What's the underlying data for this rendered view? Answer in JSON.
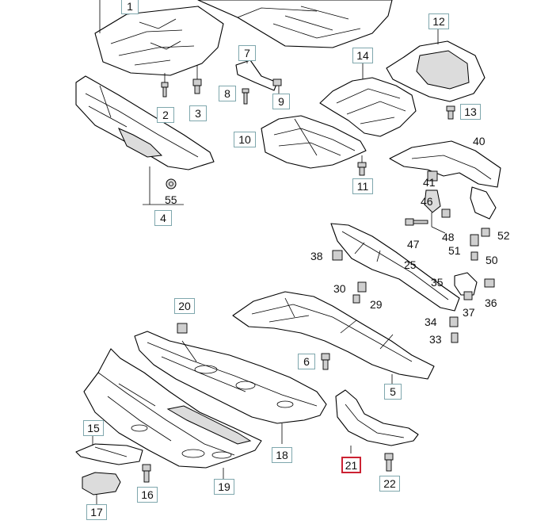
{
  "callouts": {
    "c1": "1",
    "c2": "2",
    "c3": "3",
    "c4": "4",
    "c5": "5",
    "c6": "6",
    "c7": "7",
    "c8": "8",
    "c9": "9",
    "c10": "10",
    "c11": "11",
    "c12": "12",
    "c13": "13",
    "c14": "14",
    "c15": "15",
    "c16": "16",
    "c17": "17",
    "c18": "18",
    "c19": "19",
    "c20": "20",
    "c21": "21",
    "c22": "22"
  },
  "labels": {
    "l25": "25",
    "l29": "29",
    "l30": "30",
    "l33": "33",
    "l34": "34",
    "l35": "35",
    "l36": "36",
    "l37": "37",
    "l38": "38",
    "l40": "40",
    "l41": "41",
    "l46": "46",
    "l47": "47",
    "l48": "48",
    "l50": "50",
    "l51": "51",
    "l52": "52",
    "l55": "55"
  },
  "colors": {
    "callout_border": "#7fa7ad",
    "selected_border": "#cc2233",
    "line": "#000000",
    "background": "#ffffff"
  },
  "selected_part": "21"
}
